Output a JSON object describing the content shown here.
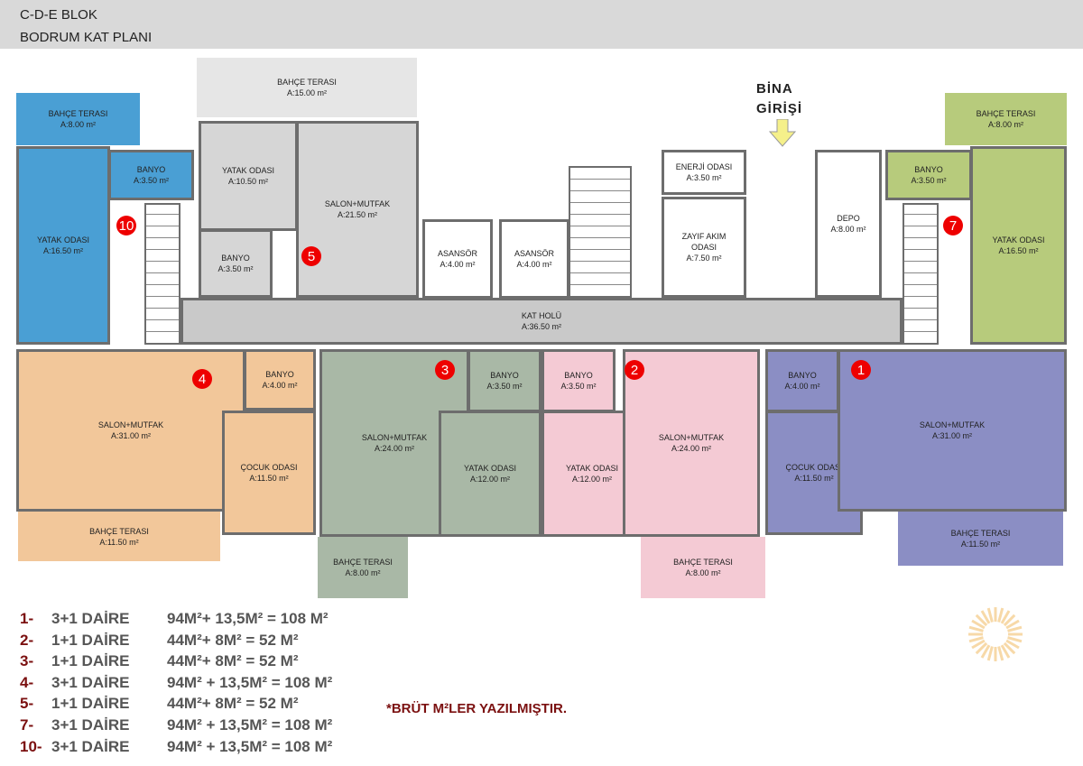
{
  "header": {
    "title": "C-D-E BLOK",
    "subtitle": "BODRUM KAT PLANI"
  },
  "entrance": {
    "line1": "BİNA",
    "line2": "GİRİŞİ"
  },
  "rooms": [
    {
      "name": "BAHÇE TERASI",
      "area": "A:8.00 m²",
      "unit": "10"
    },
    {
      "name": "YATAK ODASI",
      "area": "A:16.50 m²",
      "unit": "10"
    },
    {
      "name": "BANYO",
      "area": "A:3.50 m²",
      "unit": "10"
    },
    {
      "name": "BAHÇE TERASI",
      "area": "A:15.00 m²",
      "unit": "5"
    },
    {
      "name": "YATAK ODASI",
      "area": "A:10.50 m²",
      "unit": "5"
    },
    {
      "name": "SALON+MUTFAK",
      "area": "A:21.50 m²",
      "unit": "5"
    },
    {
      "name": "BANYO",
      "area": "A:3.50 m²",
      "unit": "5"
    },
    {
      "name": "KAT HOLÜ",
      "area": "A:36.50 m²",
      "unit": "common"
    },
    {
      "name": "ASANSÖR",
      "area": "A:4.00 m²",
      "unit": "common"
    },
    {
      "name": "ASANSÖR",
      "area": "A:4.00 m²",
      "unit": "common"
    },
    {
      "name": "ENERJİ ODASI",
      "area": "A:3.50 m²",
      "unit": "common"
    },
    {
      "name": "ZAYIF AKIM\nODASI",
      "area": "A:7.50 m²",
      "unit": "common"
    },
    {
      "name": "DEPO",
      "area": "A:8.00 m²",
      "unit": "common"
    },
    {
      "name": "BAHÇE TERASI",
      "area": "A:8.00 m²",
      "unit": "7"
    },
    {
      "name": "BANYO",
      "area": "A:3.50 m²",
      "unit": "7"
    },
    {
      "name": "YATAK ODASI",
      "area": "A:16.50 m²",
      "unit": "7"
    },
    {
      "name": "SALON+MUTFAK",
      "area": "A:31.00 m²",
      "unit": "4"
    },
    {
      "name": "BANYO",
      "area": "A:4.00 m²",
      "unit": "4"
    },
    {
      "name": "ÇOCUK ODASI",
      "area": "A:11.50 m²",
      "unit": "4"
    },
    {
      "name": "BAHÇE TERASI",
      "area": "A:11.50 m²",
      "unit": "4"
    },
    {
      "name": "SALON+MUTFAK",
      "area": "A:24.00 m²",
      "unit": "3"
    },
    {
      "name": "BANYO",
      "area": "A:3.50 m²",
      "unit": "3"
    },
    {
      "name": "YATAK ODASI",
      "area": "A:12.00 m²",
      "unit": "3"
    },
    {
      "name": "BAHÇE TERASI",
      "area": "A:8.00 m²",
      "unit": "3"
    },
    {
      "name": "BANYO",
      "area": "A:3.50 m²",
      "unit": "2"
    },
    {
      "name": "YATAK ODASI",
      "area": "A:12.00 m²",
      "unit": "2"
    },
    {
      "name": "SALON+MUTFAK",
      "area": "A:24.00 m²",
      "unit": "2"
    },
    {
      "name": "BAHÇE TERASI",
      "area": "A:8.00 m²",
      "unit": "2"
    },
    {
      "name": "BANYO",
      "area": "A:4.00 m²",
      "unit": "1"
    },
    {
      "name": "ÇOCUK ODASI",
      "area": "A:11.50 m²",
      "unit": "1"
    },
    {
      "name": "SALON+MUTFAK",
      "area": "A:31.00 m²",
      "unit": "1"
    },
    {
      "name": "BAHÇE TERASI",
      "area": "A:11.50 m²",
      "unit": "1"
    }
  ],
  "unit_colors": {
    "10": "#4a9fd4",
    "5": "#d6d6d6",
    "common": "#c9c9c9",
    "7": "#b7cb7c",
    "4": "#f2c79a",
    "3": "#a9b8a6",
    "2": "#f4cad4",
    "1": "#8b8ec4"
  },
  "markers": [
    "10",
    "5",
    "4",
    "3",
    "2",
    "1",
    "7"
  ],
  "legend": [
    {
      "num": "1-",
      "type": "3+1 DAİRE",
      "formula": "94M²+ 13,5M² = 108 M²"
    },
    {
      "num": "2-",
      "type": "1+1 DAİRE",
      "formula": "44M²+ 8M² = 52 M²"
    },
    {
      "num": "3-",
      "type": "1+1 DAİRE",
      "formula": "44M²+ 8M² = 52 M²"
    },
    {
      "num": "4-",
      "type": "3+1 DAİRE",
      "formula": "94M² + 13,5M² = 108 M²"
    },
    {
      "num": "5-",
      "type": "1+1 DAİRE",
      "formula": "44M²+ 8M² = 52 M²"
    },
    {
      "num": "7-",
      "type": "3+1 DAİRE",
      "formula": "94M² + 13,5M² = 108 M²"
    },
    {
      "num": "10-",
      "type": "3+1 DAİRE",
      "formula": "94M² + 13,5M² = 108 M²"
    }
  ],
  "note": "*BRÜT M²LER YAZILMIŞTIR."
}
